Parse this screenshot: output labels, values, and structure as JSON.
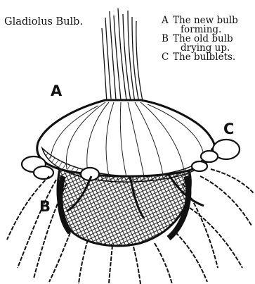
{
  "title": "Gladiolus Bulb.",
  "legend": [
    {
      "key": "A",
      "line1": "The new bulb",
      "line2": "forming."
    },
    {
      "key": "B",
      "line1": "The old bulb",
      "line2": "drying up."
    },
    {
      "key": "C",
      "line1": "The bulblets.",
      "line2": ""
    }
  ],
  "labels": {
    "a": "A",
    "b": "B",
    "c": "C"
  }
}
